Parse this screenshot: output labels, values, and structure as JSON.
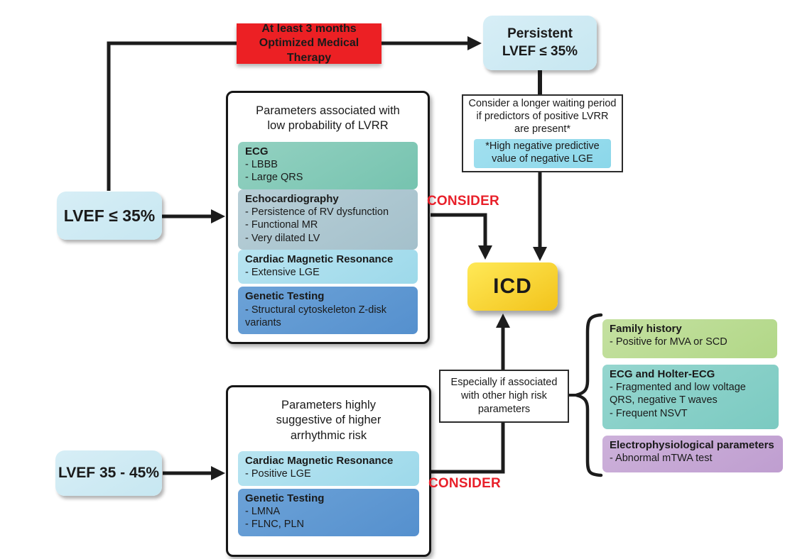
{
  "colors": {
    "red": {
      "base": "#ec2024"
    },
    "consider_red": {
      "base": "#e8202a"
    },
    "lightblue": {
      "base": "#c7e7f1",
      "light": "#d7eef6"
    },
    "highlight_cyan": {
      "base": "#8bd7ea",
      "light": "#a2e0ef"
    },
    "yellow": {
      "base": "#f2c31b",
      "light": "#ffe957"
    },
    "teal": {
      "base": "#76c3af",
      "light": "#93d1c1"
    },
    "bluegray": {
      "base": "#a4c0cb",
      "light": "#b8cfd7"
    },
    "cyan": {
      "base": "#9dd9ea",
      "light": "#b8e4f1"
    },
    "blue": {
      "base": "#5590ce",
      "light": "#6ca2d7"
    },
    "green": {
      "base": "#b1d787",
      "light": "#c5e1a1"
    },
    "teal2": {
      "base": "#7bcac1",
      "light": "#95d6cf"
    },
    "purple": {
      "base": "#bf9ed0",
      "light": "#cdb1da"
    },
    "line": {
      "base": "#1c1c1c"
    }
  },
  "nodes": {
    "omt": {
      "line1": "At least 3 months",
      "line2": "Optimized Medical Therapy"
    },
    "persistent": {
      "line1": "Persistent",
      "line2": "LVEF ≤ 35%"
    },
    "waiting": {
      "text": "Consider a longer waiting period if predictors of positive LVRR are present*",
      "highlight": "*High negative predictive value of negative LGE"
    },
    "lvef_low": {
      "label": "LVEF ≤ 35%"
    },
    "lvef_mid": {
      "label": "LVEF 35 - 45%"
    },
    "icd": {
      "label": "ICD"
    },
    "consider_top": {
      "label": "CONSIDER"
    },
    "consider_bottom": {
      "label": "CONSIDER"
    },
    "especially": {
      "text": "Especially if associated with other high risk parameters"
    }
  },
  "panel_low_lvrr": {
    "title": "Parameters associated with low probability of LVRR",
    "sections": [
      {
        "header": "ECG",
        "color": "teal",
        "items": [
          "- LBBB",
          "- Large QRS"
        ]
      },
      {
        "header": "Echocardiography",
        "color": "bluegray",
        "items": [
          "- Persistence of RV dysfunction",
          "- Functional MR",
          "- Very dilated LV"
        ]
      },
      {
        "header": "Cardiac Magnetic Resonance",
        "color": "cyan",
        "items": [
          "- Extensive LGE"
        ]
      },
      {
        "header": "Genetic Testing",
        "color": "blue",
        "items": [
          "- Structural cytoskeleton Z-disk variants"
        ]
      }
    ]
  },
  "panel_arrhythmic": {
    "title": "Parameters highly suggestive of higher arrhythmic risk",
    "sections": [
      {
        "header": "Cardiac Magnetic Resonance",
        "color": "cyan",
        "items": [
          "- Positive LGE"
        ]
      },
      {
        "header": "Genetic Testing",
        "color": "blue",
        "items": [
          "- LMNA",
          "- FLNC, PLN"
        ]
      }
    ]
  },
  "risk_panels": [
    {
      "header": "Family history",
      "color": "green",
      "items": [
        "- Positive for MVA or SCD"
      ]
    },
    {
      "header": "ECG and Holter-ECG",
      "color": "teal2",
      "items": [
        "- Fragmented and low voltage QRS, negative T waves",
        "- Frequent NSVT"
      ]
    },
    {
      "header": "Electrophysiological parameters",
      "color": "purple",
      "items": [
        "- Abnormal mTWA test"
      ]
    }
  ]
}
